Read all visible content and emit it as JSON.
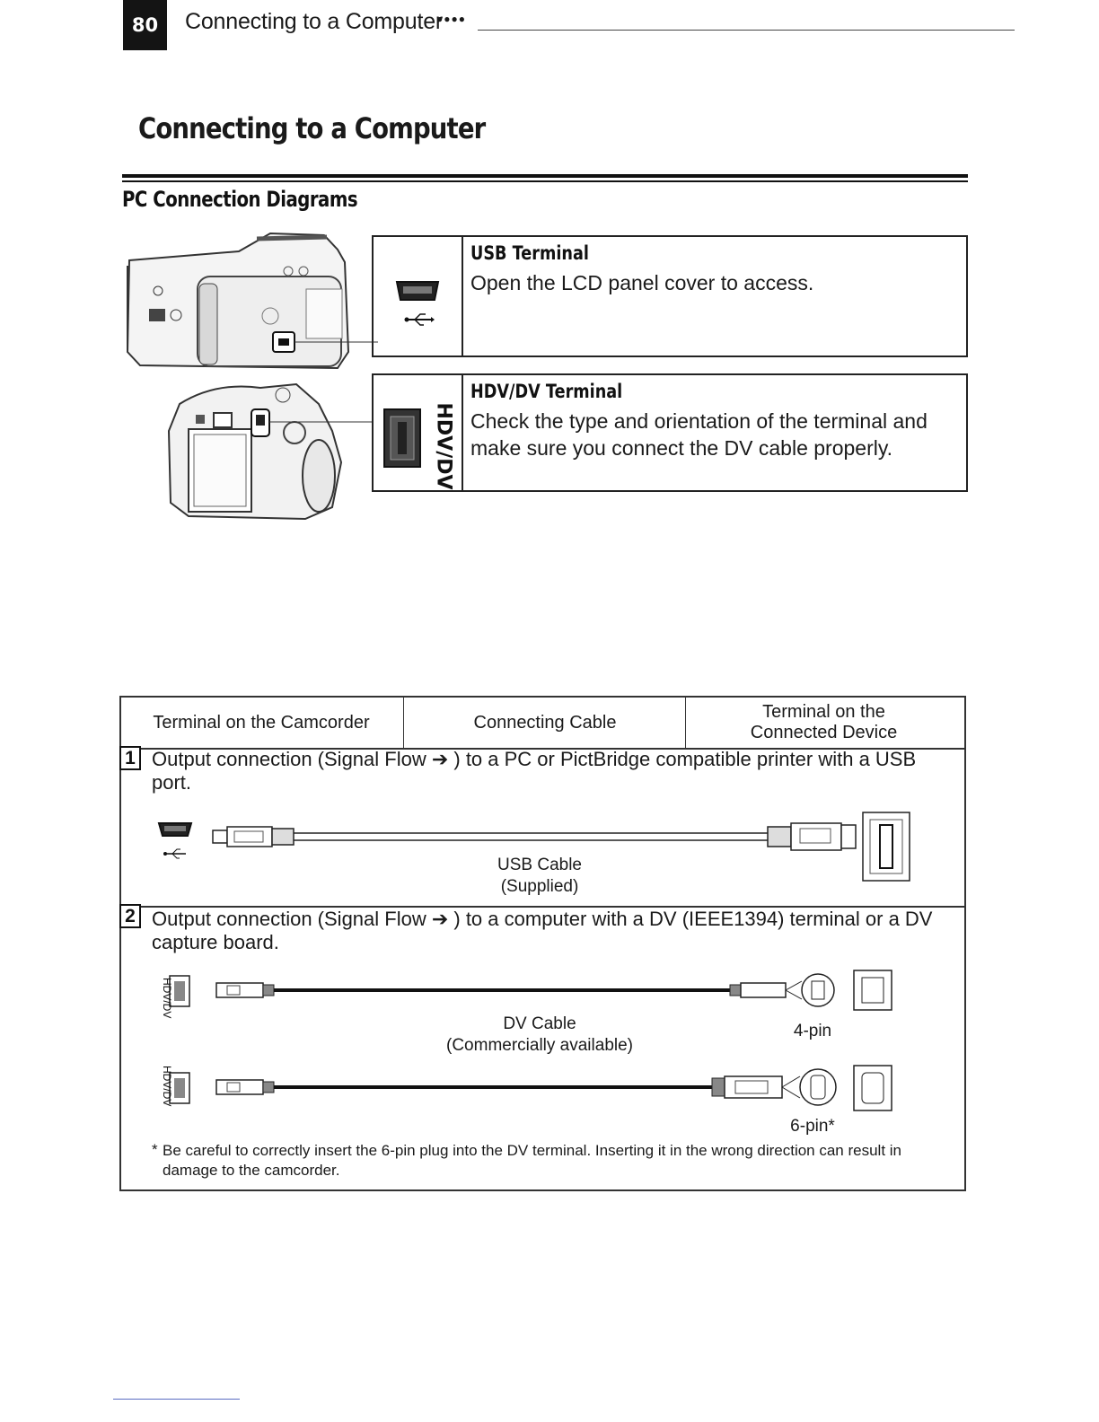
{
  "header": {
    "page_number": "80",
    "running_title": "Connecting to a Computer",
    "running_dots": "●●●●"
  },
  "title": "Connecting to a Computer",
  "subtitle": "PC Connection Diagrams",
  "terminals": [
    {
      "heading": "USB Terminal",
      "text": "Open the LCD panel cover to access.",
      "icon": "usb-mini-port-icon"
    },
    {
      "heading": "HDV/DV Terminal",
      "text": "Check the type and orientation of the terminal and make sure you connect the DV cable properly.",
      "icon": "dv-port-icon",
      "vertical_label": "HDV/DV"
    }
  ],
  "table": {
    "headers": [
      "Terminal on the Camcorder",
      "Connecting Cable",
      "Terminal on the Connected Device"
    ],
    "rows": [
      {
        "number": "1",
        "description": "Output connection (Signal Flow ➔ ) to a PC or PictBridge compatible printer with a USB port.",
        "cable_label": "USB Cable",
        "cable_note": "(Supplied)"
      },
      {
        "number": "2",
        "description": "Output connection (Signal Flow ➔ ) to a computer with a DV (IEEE1394) terminal or a DV capture board.",
        "cable_label": "DV Cable",
        "cable_note": "(Commercially available)",
        "pin4_label": "4-pin",
        "pin6_label": "6-pin*",
        "vertical_label": "HDV/DV"
      }
    ],
    "footnote_mark": "*",
    "footnote": "Be careful to correctly insert the 6-pin plug into the DV terminal. Inserting it in the wrong direction can result in damage to the camcorder."
  }
}
